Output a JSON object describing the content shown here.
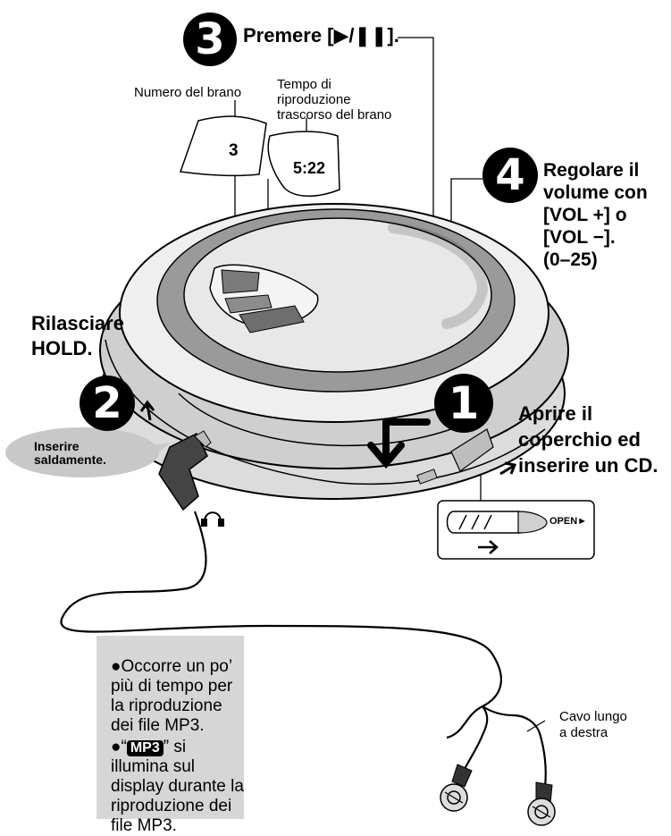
{
  "steps": {
    "step1": {
      "number": "1",
      "text": "Aprire il\ncoperchio ed\ninserire un CD."
    },
    "step2": {
      "number": "2",
      "text": "Rilasciare\nHOLD."
    },
    "step3": {
      "number": "3",
      "text": "Premere [▶/❚❚]."
    },
    "step4": {
      "number": "4",
      "text": "Regolare il\nvolume con\n[VOL +] o\n[VOL −].\n(0–25)"
    }
  },
  "callouts": {
    "track_number_label": "Numero del brano",
    "track_number_value": "3",
    "elapsed_time_label": "Tempo di\nriproduzione\ntrascorso del brano",
    "elapsed_time_value": "5:22",
    "insert_firmly": "Inserire\nsaldamente.",
    "cable_right": "Cavo lungo\na destra",
    "open_label": "OPEN►"
  },
  "notes": {
    "note1": "●Occorre un po’ più di tempo per la riproduzione dei file MP3.",
    "note2_quote_open": "●“",
    "note2_badge": "MP3",
    "note2_rest": "” si illumina sul display durante la riproduzione dei file MP3."
  },
  "colors": {
    "badge": "#000000",
    "device_body": "#e6e6e6",
    "device_ring": "#9a9a9a",
    "note_background": "#d6d6d6",
    "bubble": "#c8c8c8"
  },
  "icons": {
    "headphone": "headphone-icon",
    "arrow_down": "arrow-down-icon",
    "arrow_up": "arrow-up-icon",
    "arrow_right": "arrow-right-icon"
  }
}
